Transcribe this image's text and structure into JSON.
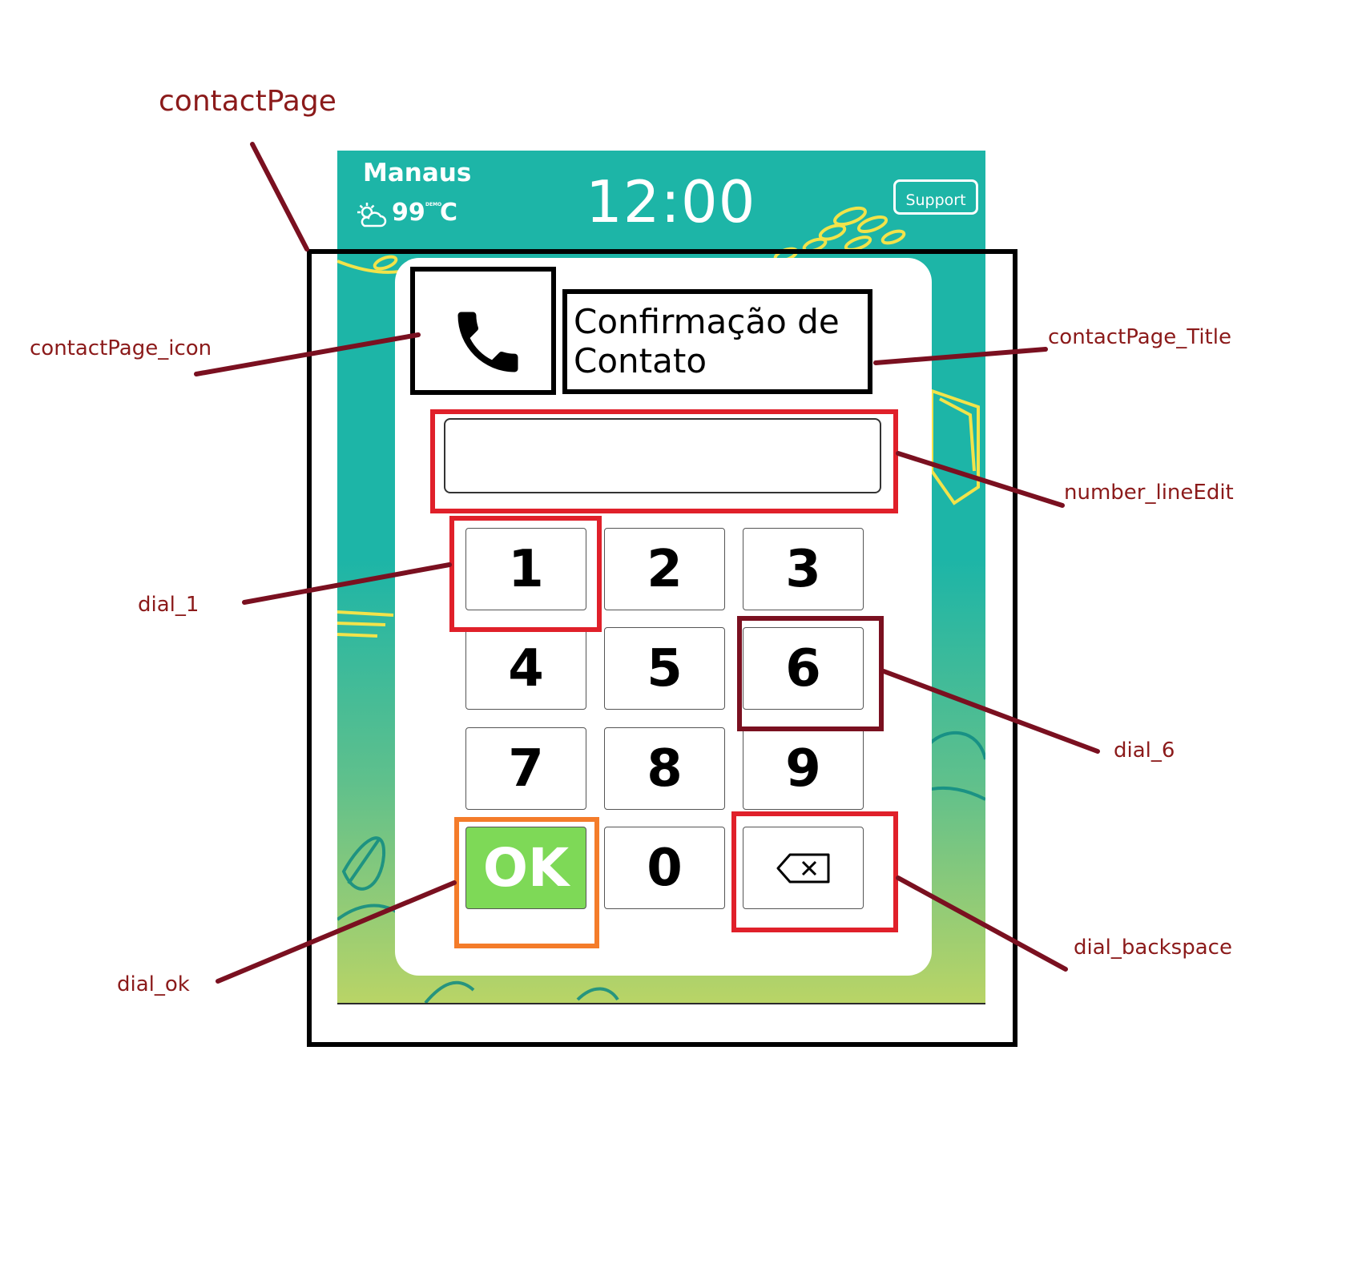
{
  "annotations": {
    "contact_page": "contactPage",
    "contact_page_icon": "contactPage_icon",
    "contact_page_title": "contactPage_Title",
    "number_line_edit": "number_lineEdit",
    "dial_1": "dial_1",
    "dial_6": "dial_6",
    "dial_ok": "dial_ok",
    "dial_backspace": "dial_backspace"
  },
  "header": {
    "city": "Manaus",
    "temperature": "99",
    "demo_badge": "DEMO",
    "unit": "C",
    "time": "12:00",
    "support_label": "Support",
    "weather_icon": "partly-cloudy-icon"
  },
  "contact": {
    "icon": "phone-icon",
    "title": "Confirmação de Contato",
    "number_value": ""
  },
  "keypad": {
    "k1": "1",
    "k2": "2",
    "k3": "3",
    "k4": "4",
    "k5": "5",
    "k6": "6",
    "k7": "7",
    "k8": "8",
    "k9": "9",
    "ok": "OK",
    "k0": "0",
    "backspace_icon": "backspace-icon"
  },
  "colors": {
    "teal": "#1db5a7",
    "ok_green": "#7ed957",
    "annotation_text": "#8b1a1a",
    "highlight_red": "#e0202a",
    "highlight_orange": "#f47c2a",
    "highlight_darkred": "#7a1020"
  }
}
